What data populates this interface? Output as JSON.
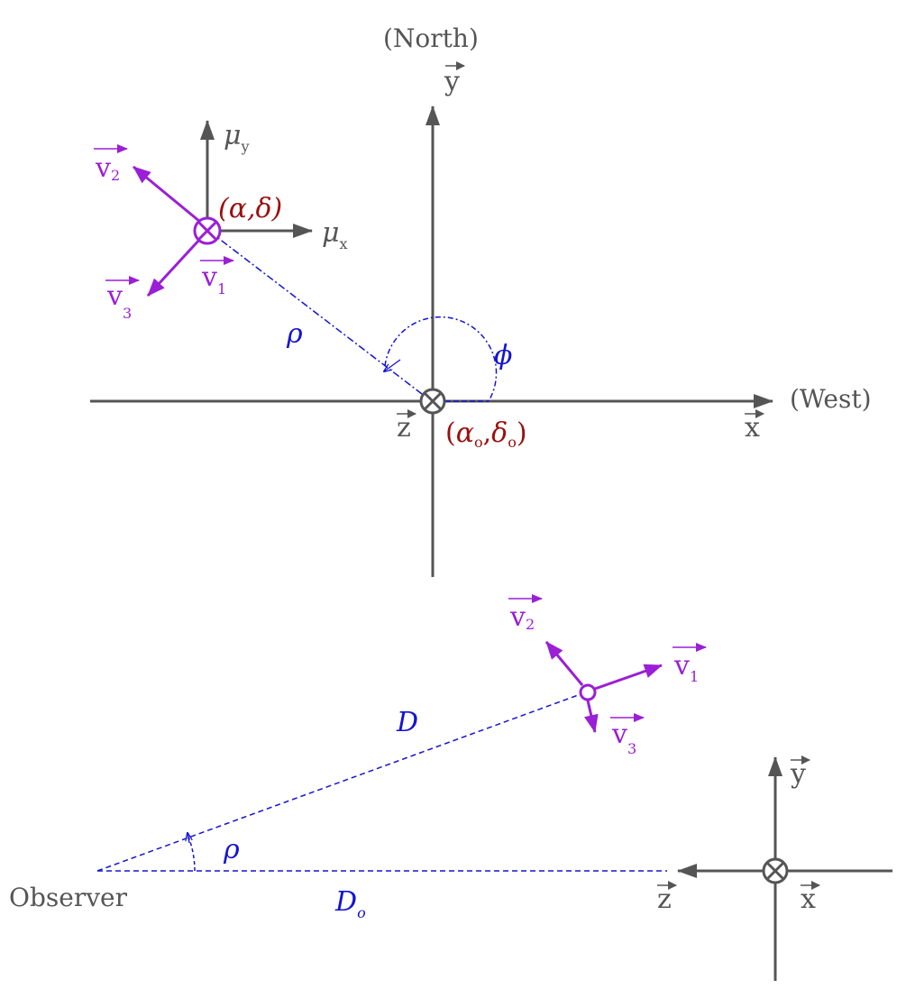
{
  "colors": {
    "axis": "#555555",
    "velocity": "#9a1fd6",
    "coord": "#9a1010",
    "geometry": "#1414d2"
  },
  "top_panel": {
    "north_label": "(North)",
    "west_label": "(West)",
    "y_axis": "y",
    "x_axis": "x",
    "z_axis": "z",
    "origin_coord": {
      "alpha": "α",
      "sub0": "o",
      "delta": "δ",
      "paren_open": "(",
      "comma": ",",
      "paren_close": ")"
    },
    "star_coord": {
      "text": "(α,δ)"
    },
    "mu_y": {
      "sym": "μ",
      "sub": "y"
    },
    "mu_x": {
      "sym": "μ",
      "sub": "x"
    },
    "v1": {
      "sym": "v",
      "sub": "1"
    },
    "v2": {
      "sym": "v",
      "sub": "2"
    },
    "v3": {
      "sym": "v",
      "sub": "3"
    },
    "rho": "ρ",
    "phi": "ϕ"
  },
  "bottom_panel": {
    "observer_label": "Observer",
    "D": "D",
    "D0": {
      "sym": "D",
      "sub": "o"
    },
    "rho": "ρ",
    "v1": {
      "sym": "v",
      "sub": "1"
    },
    "v2": {
      "sym": "v",
      "sub": "2"
    },
    "v3": {
      "sym": "v",
      "sub": "3"
    },
    "y_axis": "y",
    "z_axis": "z",
    "x_axis": "x"
  }
}
